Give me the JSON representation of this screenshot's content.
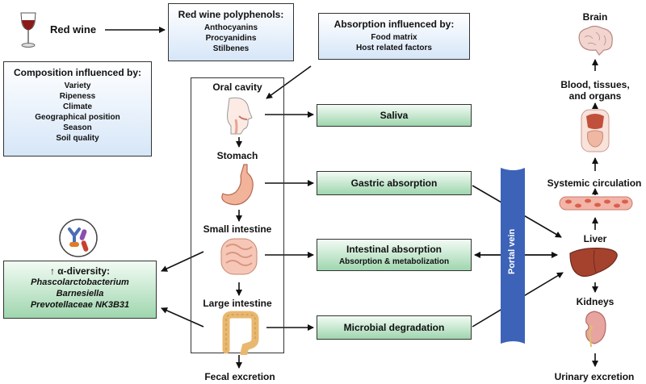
{
  "wine": {
    "label": "Red wine"
  },
  "composition": {
    "title": "Composition influenced by:",
    "items": [
      "Variety",
      "Ripeness",
      "Climate",
      "Geographical position",
      "Season",
      "Soil quality"
    ]
  },
  "polyphenols": {
    "title": "Red wine polyphenols:",
    "items": [
      "Anthocyanins",
      "Procyanidins",
      "Stilbenes"
    ]
  },
  "absorption": {
    "title": "Absorption influenced by:",
    "items": [
      "Food matrix",
      "Host related factors"
    ]
  },
  "gi_tract": {
    "oral": "Oral cavity",
    "stomach": "Stomach",
    "small": "Small intestine",
    "large": "Large intestine",
    "fecal": "Fecal excretion"
  },
  "processes": {
    "saliva": "Saliva",
    "gastric": "Gastric absorption",
    "intestinal_title": "Intestinal absorption",
    "intestinal_sub": "Absorption & metabolization",
    "microbial": "Microbial degradation"
  },
  "microbiota": {
    "title": "α-diversity:",
    "arrow_symbol": "↑",
    "taxa": [
      "Phascolarctobacterium",
      "Barnesiella",
      "Prevotellaceae NK3B31"
    ]
  },
  "portal_vein": "Portal vein",
  "systemic": {
    "brain": "Brain",
    "blood": "Blood, tissues,\nand organs",
    "circulation": "Systemic circulation",
    "liver": "Liver",
    "kidneys": "Kidneys",
    "urinary": "Urinary excretion"
  }
}
